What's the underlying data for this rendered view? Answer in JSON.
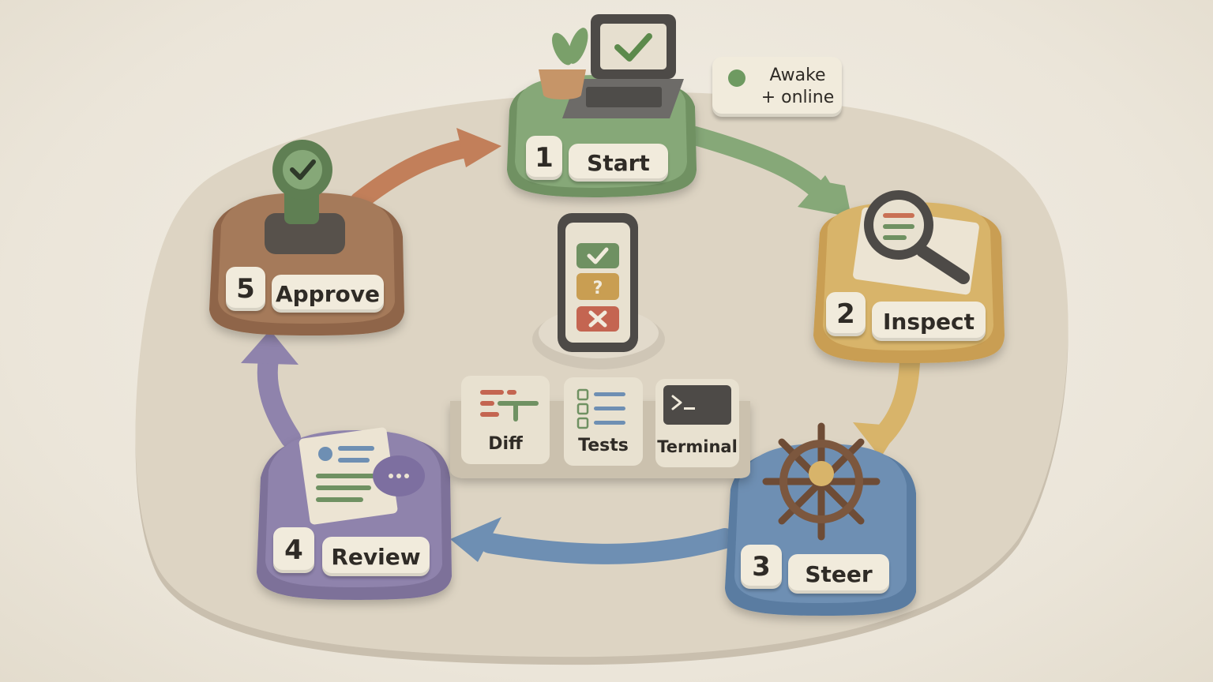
{
  "status": {
    "line1": "Awake",
    "line2": "+ online"
  },
  "steps": [
    {
      "number": "1",
      "label": "Start"
    },
    {
      "number": "2",
      "label": "Inspect"
    },
    {
      "number": "3",
      "label": "Steer"
    },
    {
      "number": "4",
      "label": "Review"
    },
    {
      "number": "5",
      "label": "Approve"
    }
  ],
  "panels": [
    {
      "label": "Diff"
    },
    {
      "label": "Tests"
    },
    {
      "label": "Terminal"
    }
  ],
  "colors": {
    "start": "#86a878",
    "inspect": "#d8b46a",
    "steer": "#6e8fb3",
    "review": "#8f83ac",
    "approve": "#a57a5a",
    "base": "#ddd4c3"
  },
  "icons": [
    "laptop-check-icon",
    "magnifier-document-icon",
    "ship-wheel-icon",
    "document-chat-icon",
    "stamp-check-icon",
    "phone-status-icon",
    "diff-icon",
    "tests-checklist-icon",
    "terminal-icon"
  ]
}
